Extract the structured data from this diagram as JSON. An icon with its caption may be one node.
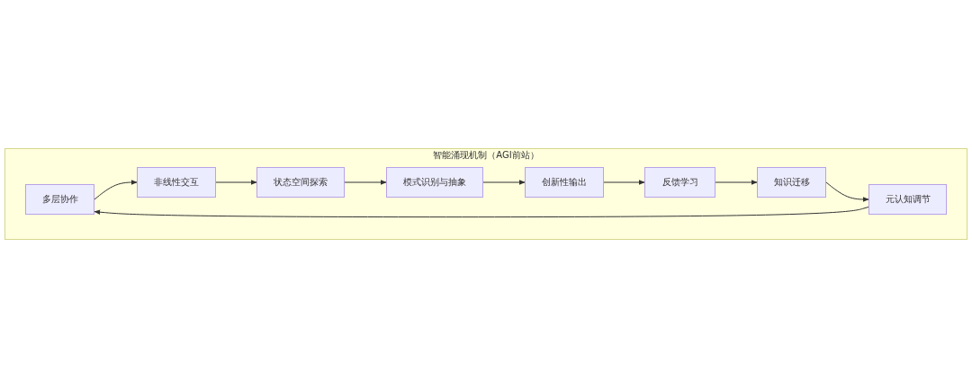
{
  "diagram": {
    "nodes": [
      {
        "text": [
          "智能涌现机制（AGI前站）"
        ]
      },
      {
        "text": [
          "多层协作"
        ],
        "in": 0
      },
      {
        "text": [
          "非线性交互"
        ],
        "in": 0
      },
      {
        "text": [
          "状态空间探索"
        ],
        "in": 0
      },
      {
        "text": [
          "模式识别与抽象"
        ],
        "in": 0
      },
      {
        "text": [
          "创新性输出"
        ],
        "in": 0
      },
      {
        "text": [
          "反馈学习"
        ],
        "in": 0
      },
      {
        "text": [
          "知识迁移"
        ],
        "in": 0
      },
      {
        "text": [
          "元认知调节"
        ],
        "in": 0
      }
    ],
    "edges": [
      {
        "from": 1,
        "to": 2,
        "arrow": "to"
      },
      {
        "from": 2,
        "to": 3,
        "arrow": "to"
      },
      {
        "from": 3,
        "to": 4,
        "arrow": "to"
      },
      {
        "from": 4,
        "to": 5,
        "arrow": "to"
      },
      {
        "from": 5,
        "to": 6,
        "arrow": "to"
      },
      {
        "from": 6,
        "to": 7,
        "arrow": "to"
      },
      {
        "from": 7,
        "to": 8,
        "arrow": "to"
      },
      {
        "from": 8,
        "to": 1,
        "arrow": "to"
      }
    ]
  }
}
